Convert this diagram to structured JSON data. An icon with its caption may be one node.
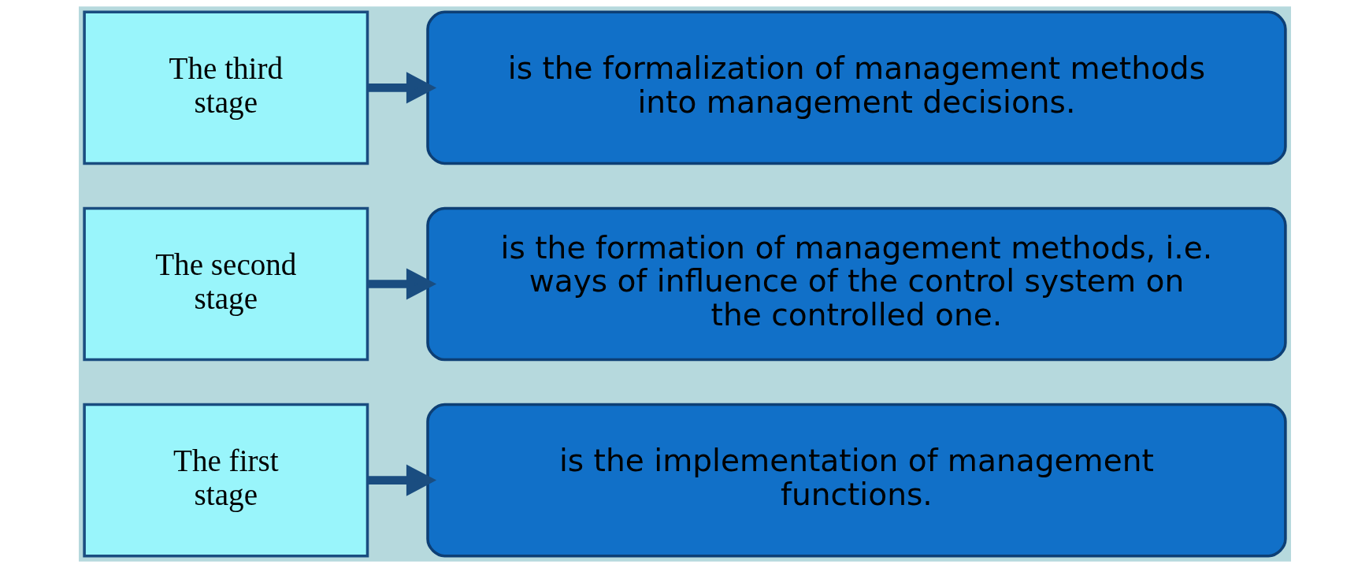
{
  "diagram": {
    "nodes": [
      {
        "text": [
          "The first stage"
        ]
      },
      {
        "text": [
          "is the implementation of management functions."
        ]
      },
      {
        "text": [
          "The second stage"
        ]
      },
      {
        "text": [
          "is the formation of management methods, i.e. ways of influence of the control system on the controlled one."
        ]
      },
      {
        "text": [
          "The third stage"
        ]
      },
      {
        "text": [
          "is the formalization of management methods into management decisions."
        ]
      }
    ],
    "edges": [
      {
        "from": 0,
        "to": 1,
        "arrow": "to"
      },
      {
        "from": 2,
        "to": 3,
        "arrow": "to"
      },
      {
        "from": 4,
        "to": 5,
        "arrow": "to"
      }
    ]
  }
}
